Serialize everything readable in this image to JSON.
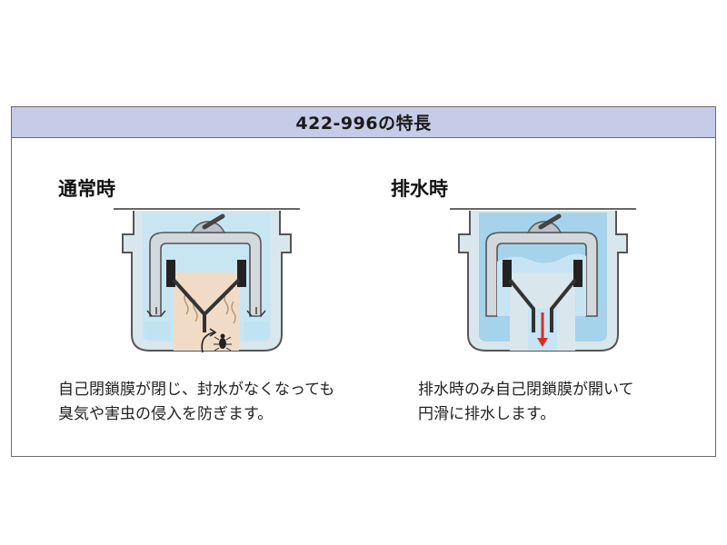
{
  "title": "422-996の特長",
  "columns": [
    {
      "heading": "通常時",
      "lines": [
        "自己閉鎖膜が閉じ、封水がなくなっても",
        "臭気や害虫の侵入を防ぎます。"
      ]
    },
    {
      "heading": "排水時",
      "lines": [
        "排水時のみ自己閉鎖膜が開いて",
        "円滑に排水します。"
      ]
    }
  ],
  "icons": [
    "trap-normal-illustration",
    "trap-drain-illustration",
    "insect-icon",
    "drain-arrow-icon"
  ],
  "colors": {
    "header_bg": "#c6cbe8",
    "water": "#bfe3f2",
    "water_flow": "#a5d3ec",
    "odor_zone": "#f0dcc6",
    "arrow": "#d0302a"
  }
}
